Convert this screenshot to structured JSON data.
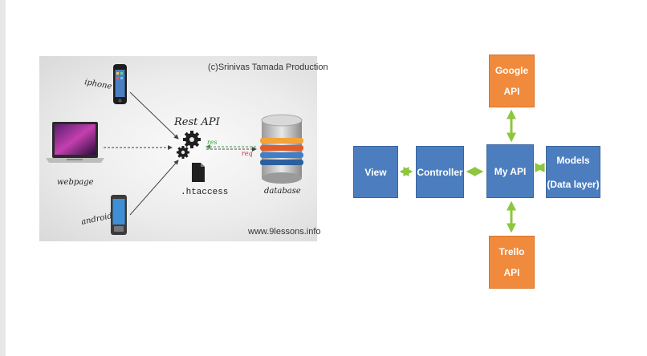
{
  "left_figure": {
    "credit": "(c)Srinivas Tamada Production",
    "website": "www.9lessons.info",
    "labels": {
      "iphone": "iphone",
      "webpage": "webpage",
      "android": "android",
      "rest_api": "Rest API",
      "htaccess": ".htaccess",
      "database": "database",
      "res": "res",
      "req": "req"
    }
  },
  "architecture": {
    "google": {
      "line1": "Google",
      "line2": "API"
    },
    "view": "View",
    "controller": "Controller",
    "my_api": "My API",
    "models": {
      "line1": "Models",
      "line2": "(Data layer)"
    },
    "trello": {
      "line1": "Trello",
      "line2": "API"
    }
  },
  "colors": {
    "node_blue": "#4c7ebf",
    "node_orange": "#f08a3c",
    "arrow_green": "#8dc63f",
    "res_green": "#3a9b3a",
    "req_red": "#d0224f"
  }
}
